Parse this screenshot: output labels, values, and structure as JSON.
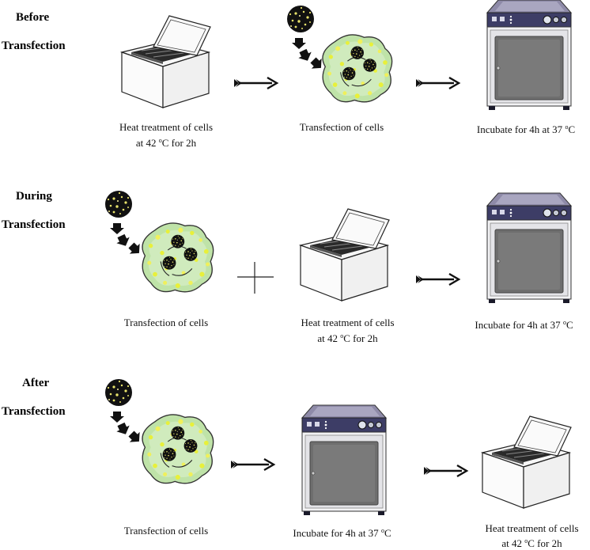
{
  "rows": [
    {
      "title_line1": "Before",
      "title_line2": "Transfection",
      "steps": [
        {
          "line1": "Heat treatment of cells",
          "line2_prefix": "at 42 ",
          "line2_sup": "o",
          "line2_suffix": "C for 2h"
        },
        {
          "line1": "Transfection of cells"
        },
        {
          "line1_prefix": "Incubate for 4h at 37 ",
          "line1_sup": "o",
          "line1_suffix": "C"
        }
      ]
    },
    {
      "title_line1": "During",
      "title_line2": "Transfection",
      "steps": [
        {
          "line1": "Transfection of cells"
        },
        {
          "line1": "Heat treatment of cells",
          "line2_prefix": "at 42 ",
          "line2_sup": "o",
          "line2_suffix": "C for 2h"
        },
        {
          "line1_prefix": "Incubate for 4h at 37 ",
          "line1_sup": "o",
          "line1_suffix": "C"
        }
      ]
    },
    {
      "title_line1": "After",
      "title_line2": "Transfection",
      "steps": [
        {
          "line1": "Transfection of cells"
        },
        {
          "line1_prefix": "Incubate for 4h at 37 ",
          "line1_sup": "o",
          "line1_suffix": "C"
        },
        {
          "line1": "Heat treatment of cells",
          "line2_prefix": "at 42 ",
          "line2_sup": "o",
          "line2_suffix": "C for 2h"
        }
      ]
    }
  ],
  "colors": {
    "cell_fill": "#b9e0a6",
    "cell_stroke": "#333333",
    "granule": "#e8f03a",
    "particle": "#1a1a1a",
    "incubator_top": "#8e8aa8",
    "incubator_panel": "#3d3d66",
    "incubator_door": "#6e6e6e",
    "arrow": "#111111"
  },
  "icons": [
    "water-bath-icon",
    "nanoparticle-icon",
    "cell-icon",
    "incubator-icon",
    "arrow-icon",
    "plus-icon"
  ]
}
